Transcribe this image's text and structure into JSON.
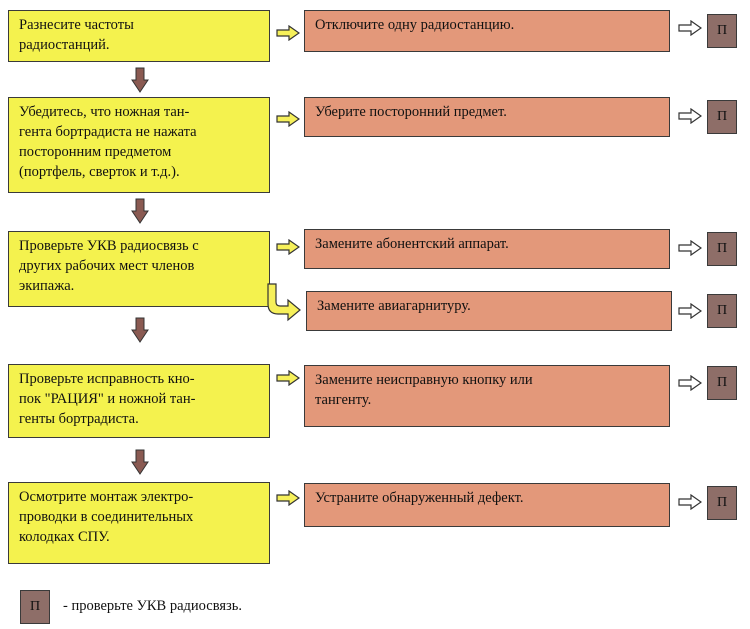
{
  "steps": [
    {
      "check": "Разнесите частоты\nрадиостанций.",
      "action": "Отключите одну радиостанцию.",
      "result": "П"
    },
    {
      "check": "Убедитесь, что ножная тан-\nгента бортрадиста не нажата\nпосторонним предметом\n(портфель, сверток и т.д.).",
      "action": "Уберите посторонний предмет.",
      "result": "П"
    },
    {
      "check": "Проверьте УКВ радиосвязь с\nдругих рабочих мест членов\nэкипажа.",
      "action": "Замените абонентский аппарат.",
      "result": "П",
      "action2": "Замените авиагарнитуру.",
      "result2": "П"
    },
    {
      "check": "Проверьте исправность кно-\nпок \"РАЦИЯ\" и ножной тан-\nгенты бортрадиста.",
      "action": "Замените неисправную кнопку или\nтангенту.",
      "result": "П"
    },
    {
      "check": "Осмотрите монтаж электро-\nпроводки в соединительных\nколодках СПУ.",
      "action": "Устраните обнаруженный дефект.",
      "result": "П"
    }
  ],
  "legend": {
    "symbol": "П",
    "text": "- проверьте УКВ радиосвязь."
  },
  "colors": {
    "step_fill": "#f4f24e",
    "action_fill": "#e3987a",
    "result_fill": "#8e6e68",
    "arrow_fill": "#f6f05a",
    "down_arrow_fill": "#8a5a52"
  }
}
